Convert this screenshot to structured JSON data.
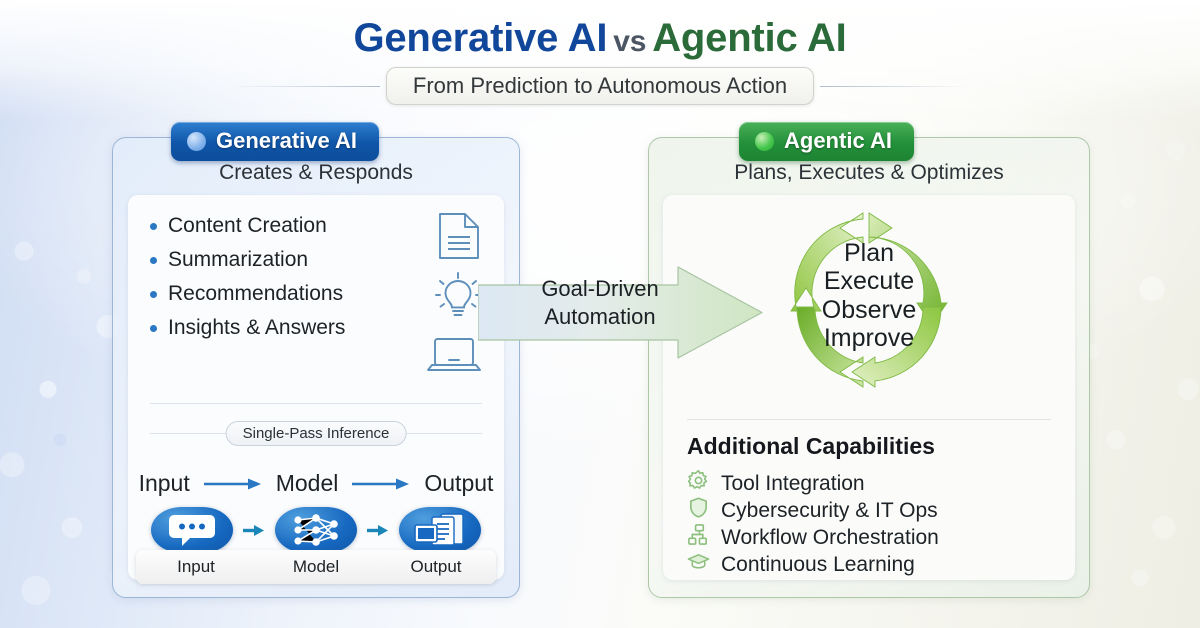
{
  "header": {
    "title_left": "Generative AI",
    "title_vs": "vs",
    "title_right": "Agentic AI",
    "subtitle": "From Prediction to Autonomous Action",
    "color_left": "#11479a",
    "color_right": "#2a6b39"
  },
  "left_panel": {
    "badge_label": "Generative AI",
    "badge_color": "#0f55a8",
    "badge_dot": "blue-dot-icon",
    "subtitle": "Creates & Responds",
    "bullets": [
      "Content Creation",
      "Summarization",
      "Recommendations",
      "Insights & Answers"
    ],
    "side_icons": [
      "document-icon",
      "lightbulb-icon",
      "laptop-icon"
    ],
    "tag": "Single-Pass Inference",
    "flow": [
      "Input",
      "Model",
      "Output"
    ],
    "icon_labels": [
      "Input",
      "Model",
      "Output"
    ],
    "icon_names": [
      "chat-bubble-icon",
      "neural-network-icon",
      "documents-icon"
    ]
  },
  "right_panel": {
    "badge_label": "Agentic AI",
    "badge_color": "#23903a",
    "badge_dot": "green-dot-icon",
    "subtitle": "Plans, Executes & Optimizes",
    "cycle_steps": [
      "Plan",
      "Execute",
      "Observe",
      "Improve"
    ],
    "capabilities_title": "Additional Capabilities",
    "capabilities": [
      {
        "label": "Tool Integration",
        "icon": "gear-icon"
      },
      {
        "label": "Cybersecurity & IT Ops",
        "icon": "shield-icon"
      },
      {
        "label": "Workflow Orchestration",
        "icon": "org-chart-icon"
      },
      {
        "label": "Continuous Learning",
        "icon": "graduation-cap-icon"
      }
    ]
  },
  "center_arrow": {
    "line1": "Goal-Driven",
    "line2": "Automation"
  }
}
